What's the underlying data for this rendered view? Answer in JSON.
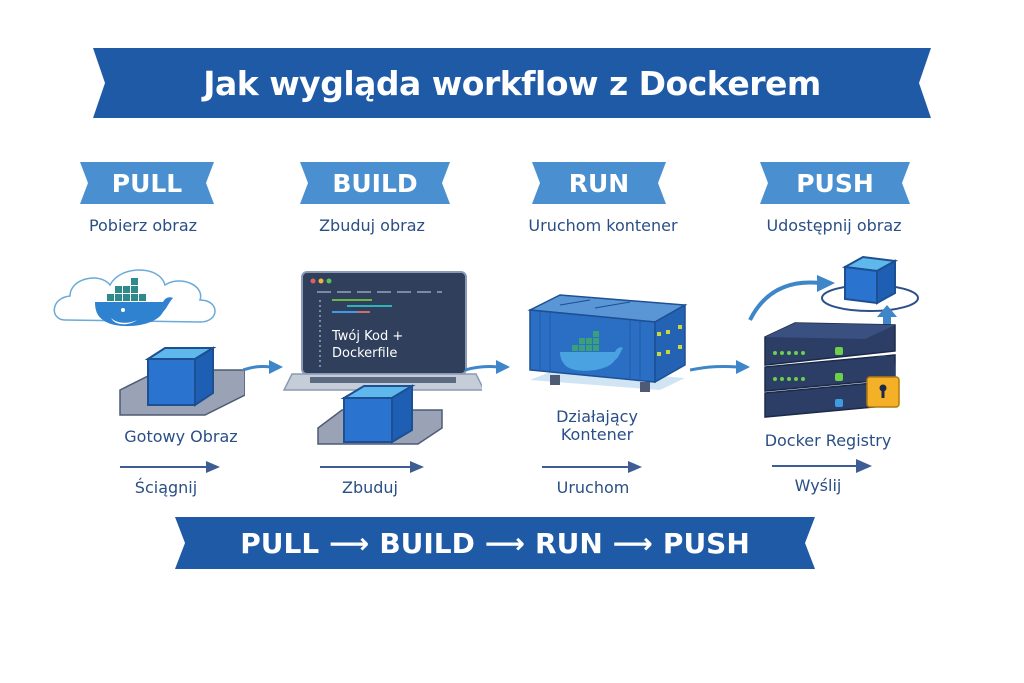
{
  "title": "Jak wygląda workflow z Dockerem",
  "colors": {
    "banner_dark": "#1f5aa6",
    "banner_light": "#4a90d0",
    "text": "#2a4f86",
    "cube_front": "#2a74d0",
    "cube_top": "#5fb8ec",
    "server": "#2c3e66",
    "lock": "#f4b128"
  },
  "stages": [
    {
      "label": "PULL",
      "subtitle": "Pobierz obraz",
      "caption": "Gotowy Obraz",
      "action": "Ściągnij",
      "icon": "cloud-docker-whale-image-icon"
    },
    {
      "label": "BUILD",
      "subtitle": "Zbuduj obraz",
      "caption": "",
      "action": "Zbuduj",
      "icon": "laptop-code-icon",
      "screen_text_1": "Twój Kod +",
      "screen_text_2": "Dockerfile"
    },
    {
      "label": "RUN",
      "subtitle": "Uruchom kontener",
      "caption_1": "Działający",
      "caption_2": "Kontener",
      "action": "Uruchom",
      "icon": "container-icon"
    },
    {
      "label": "PUSH",
      "subtitle": "Udostępnij obraz",
      "caption": "Docker Registry",
      "action": "Wyślij",
      "icon": "server-registry-icon"
    }
  ],
  "flow": {
    "steps": [
      "PULL",
      "BUILD",
      "RUN",
      "PUSH"
    ],
    "arrow": "⟶"
  }
}
